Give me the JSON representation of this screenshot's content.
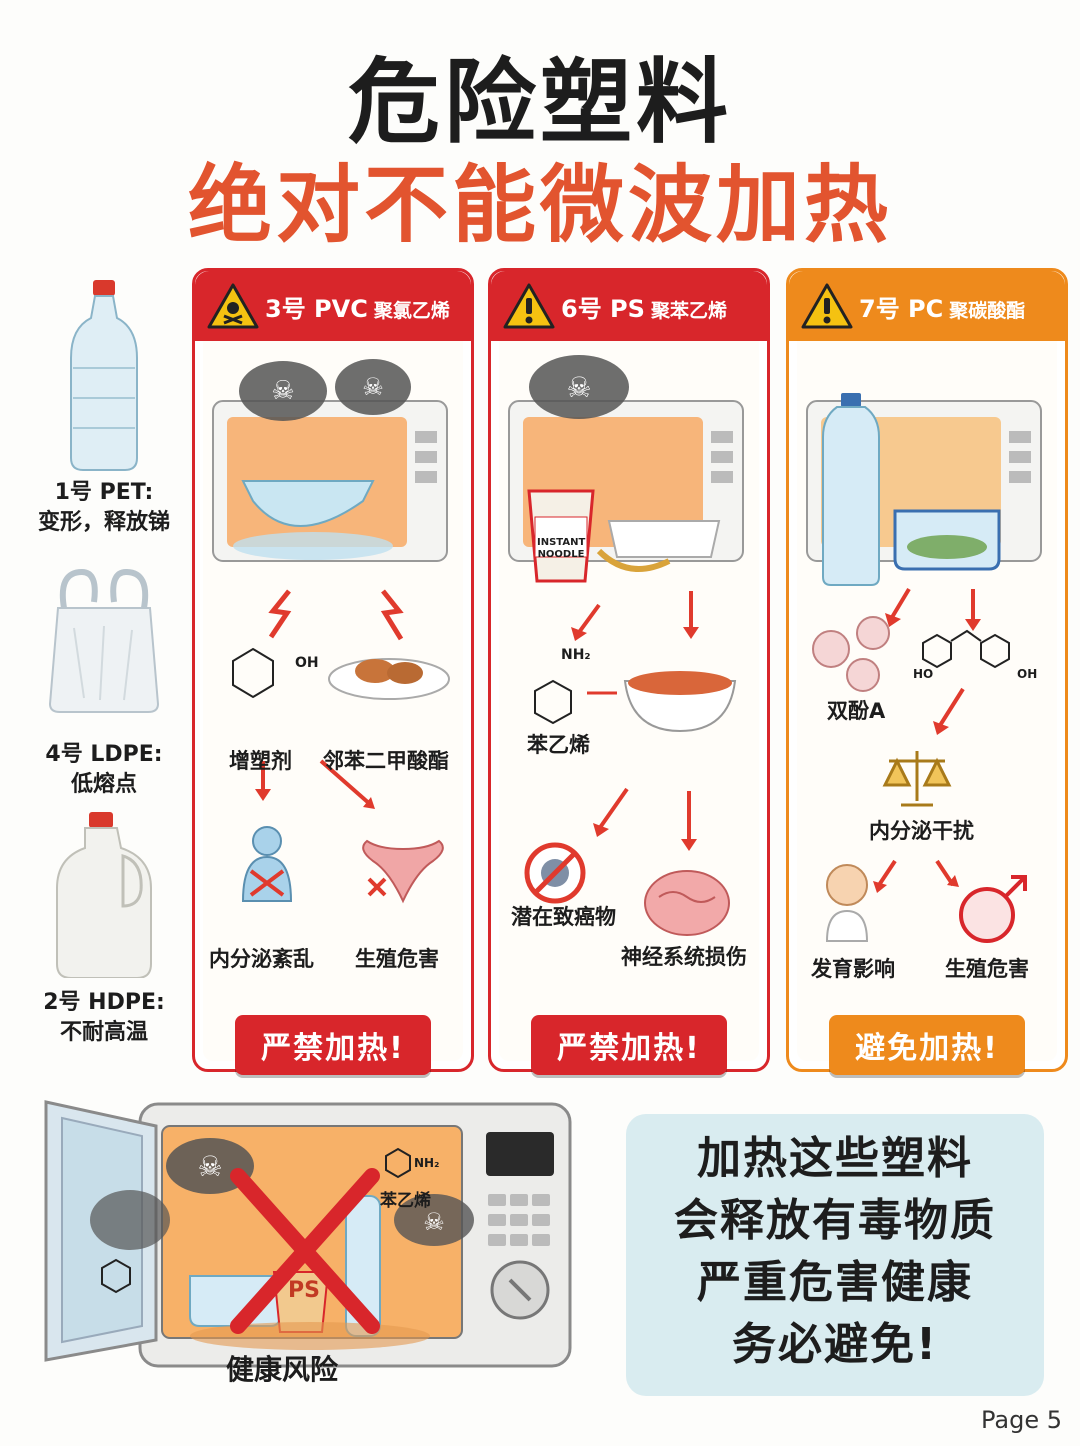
{
  "title": {
    "line1": "危险塑料",
    "line2": "绝对不能微波加热"
  },
  "side_items": [
    {
      "code": "1号 PET:",
      "note": "变形，释放锑",
      "icon": "water-bottle-icon"
    },
    {
      "code": "4号 LDPE:",
      "note": "低熔点",
      "icon": "plastic-bag-icon"
    },
    {
      "code": "2号 HDPE:",
      "note": "不耐高温",
      "icon": "milk-jug-icon"
    }
  ],
  "panels": [
    {
      "code": "3号 PVC",
      "name": "聚氯乙烯",
      "labels": {
        "a": "增塑剂",
        "b": "邻苯二甲酸酯",
        "c": "内分泌紊乱",
        "d": "生殖危害"
      },
      "chem_oh": "OH",
      "ban": "严禁加热!"
    },
    {
      "code": "6号 PS",
      "name": "聚苯乙烯",
      "labels": {
        "a": "苯乙烯",
        "b": "潜在致癌物",
        "c": "神经系统损伤"
      },
      "cup_text": "INSTANT NOODLE",
      "chem_nh2": "NH₂",
      "ban": "严禁加热!"
    },
    {
      "code": "7号 PC",
      "name": "聚碳酸酯",
      "labels": {
        "a": "双酚A",
        "b": "内分泌干扰",
        "c": "发育影响",
        "d": "生殖危害"
      },
      "chem_ho": "HO",
      "chem_oh": "OH",
      "ban": "避免加热!"
    }
  ],
  "microwave": {
    "label": "健康风险",
    "chem_tag": "苯乙烯",
    "container_tag": "PS",
    "nh2": "NH₂"
  },
  "info": {
    "lines": [
      "加热这些塑料",
      "会释放有毒物质",
      "严重危害健康",
      "务必避免!"
    ]
  },
  "page": "Page 5",
  "colors": {
    "red": "#d8262b",
    "orange": "#ee8a1c",
    "title_orange": "#e2542f",
    "info_bg": "#d9ecf0"
  }
}
